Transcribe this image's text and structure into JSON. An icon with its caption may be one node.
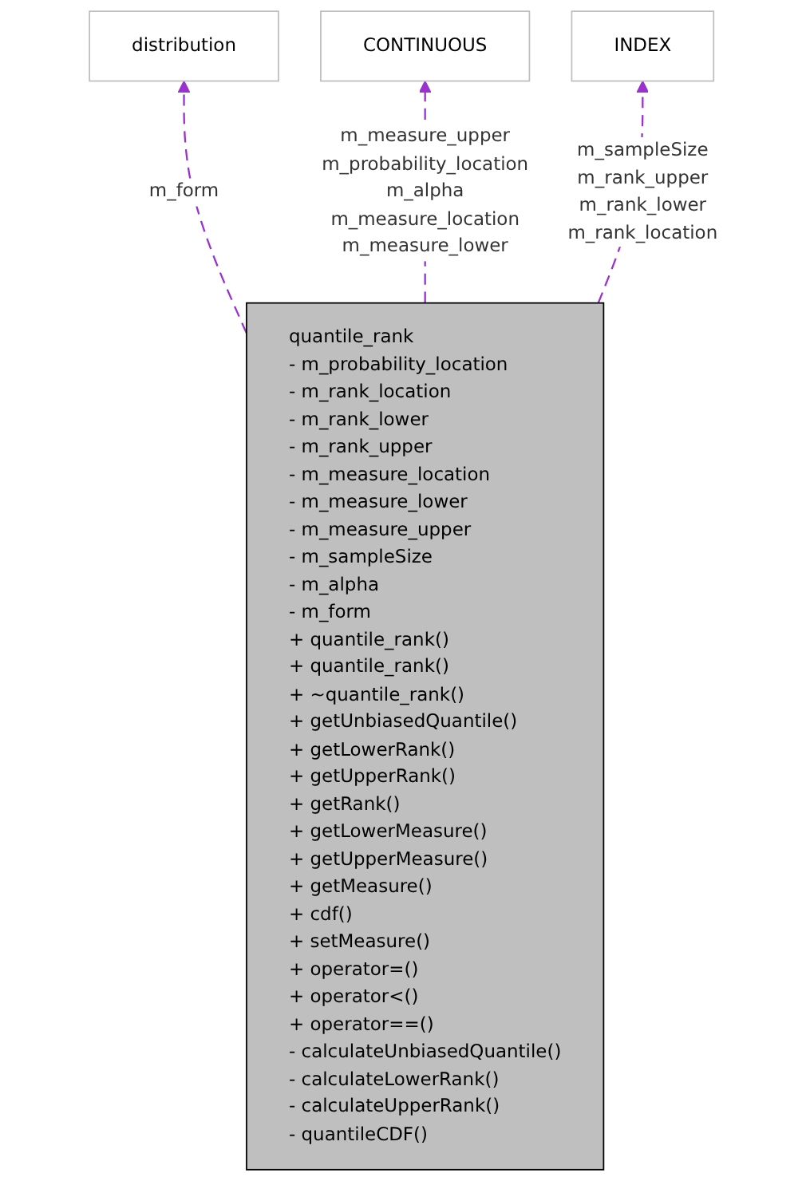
{
  "diagram": {
    "nodes": [
      {
        "text": [
          "distribution"
        ]
      },
      {
        "text": [
          "CONTINUOUS"
        ]
      },
      {
        "text": [
          "INDEX"
        ]
      },
      {
        "text": [
          "quantile_rank",
          "- m_probability_location - m_rank_location - m_rank_lower - m_rank_upper - m_measure_location - m_measure_lower - m_measure_upper - m_sampleSize - m_alpha - m_form",
          "+ quantile_rank() + quantile_rank() + ~quantile_rank() + getUnbiasedQuantile() + getLowerRank() + getUpperRank() + getRank() + getLowerMeasure() + getUpperMeasure() + getMeasure() + cdf() + setMeasure() + operator=() + operator<() + operator==() - calculateUnbiasedQuantile() - calculateLowerRank() - calculateUpperRank() - quantileCDF()"
        ]
      }
    ],
    "edges": [
      {
        "from": 3,
        "to": 0,
        "arrow": "to",
        "label": "m_form",
        "style": "dashed"
      },
      {
        "from": 3,
        "to": 1,
        "arrow": "to",
        "label": "m_measure_upper m_probability_location m_alpha m_measure_location m_measure_lower",
        "style": "dashed"
      },
      {
        "from": 3,
        "to": 2,
        "arrow": "to",
        "label": "m_sampleSize m_rank_upper m_rank_lower m_rank_location",
        "style": "dashed"
      }
    ]
  }
}
